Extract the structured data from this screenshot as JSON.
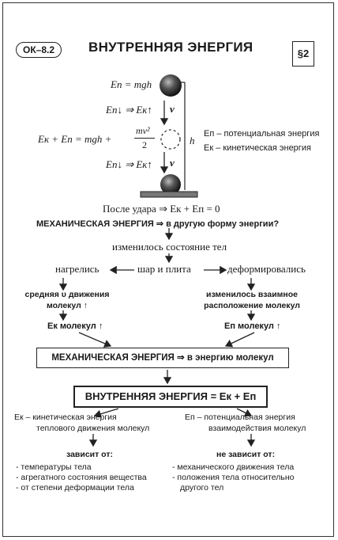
{
  "badge": "ОК–8.2",
  "title": "ВНУТРЕННЯЯ ЭНЕРГИЯ",
  "section": "§2",
  "formulas": {
    "ep_top": "Eп = mgh",
    "energy_change_1": "Eп↓ ⇒ Eк↑",
    "vector_v_1": "v",
    "sum_left": "Eк + Eп = mgh +",
    "fraction_num": "mv²",
    "fraction_den": "2",
    "energy_change_2": "Eп↓ ⇒ Eк↑",
    "vector_v_2": "v",
    "height": "h",
    "after_impact": "После удара ⇒ Eк + Eп = 0"
  },
  "legend": {
    "ep": "Eп – потенциальная энергия",
    "ek": "Eк – кинетическая энергия"
  },
  "question": "МЕХАНИЧЕСКАЯ ЭНЕРГИЯ ⇒ в другую форму энергии?",
  "changed": "изменилось состояние тел",
  "branches": {
    "heated": "нагрелись",
    "ball_plate": "шар и плита",
    "deformed": "деформировались"
  },
  "left_chain": {
    "avg_speed_1": "средняя υ движения",
    "avg_speed_2": "молекул ↑",
    "ek_molecules": "Eк молекул ↑"
  },
  "right_chain": {
    "mutual_1": "изменилось взаимное",
    "mutual_2": "расположение молекул",
    "ep_molecules": "Eп молекул ↑"
  },
  "box_mech": "МЕХАНИЧЕСКАЯ ЭНЕРГИЯ ⇒ в энергию молекул",
  "box_internal": "ВНУТРЕННЯЯ ЭНЕРГИЯ = Eк + Eп",
  "ek_def": {
    "line1": "Eк – кинетическая энергия",
    "line2": "теплового движения молекул"
  },
  "ep_def": {
    "line1": "Eп – потенциальная энергия",
    "line2": "взаимодействия молекул"
  },
  "depends": {
    "header": "зависит от:",
    "items": [
      "- температуры тела",
      "- агрегатного состояния вещества",
      "- от степени деформации тела"
    ]
  },
  "not_depends": {
    "header": "не зависит от:",
    "items": [
      "- механического движения тела",
      "- положения тела относительно",
      "другого тел"
    ]
  }
}
